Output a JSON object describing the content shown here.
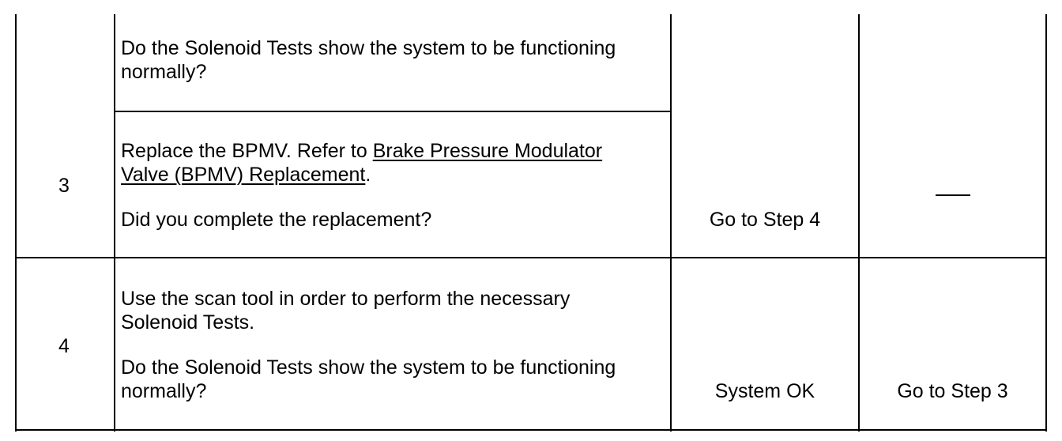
{
  "rows": [
    {
      "step": "",
      "action_question": "Do the Solenoid Tests show the system to be functioning normally?",
      "action_line1": "Do the Solenoid Tests show the system to be functioning",
      "action_line2": "normally?",
      "yes": "",
      "no": ""
    },
    {
      "step": "3",
      "action_text1": "Replace the BPMV. Refer to ",
      "link_line1": "Brake Pressure Modulator",
      "link_line2": "Valve (BPMV) Replacement",
      "action_text2": ".",
      "question": "Did you complete the replacement?",
      "yes": "Go to Step 4",
      "no": "___"
    },
    {
      "step": "4",
      "action_line1": "Use the scan tool in order to perform the necessary",
      "action_line2": "Solenoid Tests.",
      "question_line1": "Do the Solenoid Tests show the system to be functioning",
      "question_line2": "normally?",
      "yes": "System OK",
      "no": "Go to Step 3"
    }
  ]
}
